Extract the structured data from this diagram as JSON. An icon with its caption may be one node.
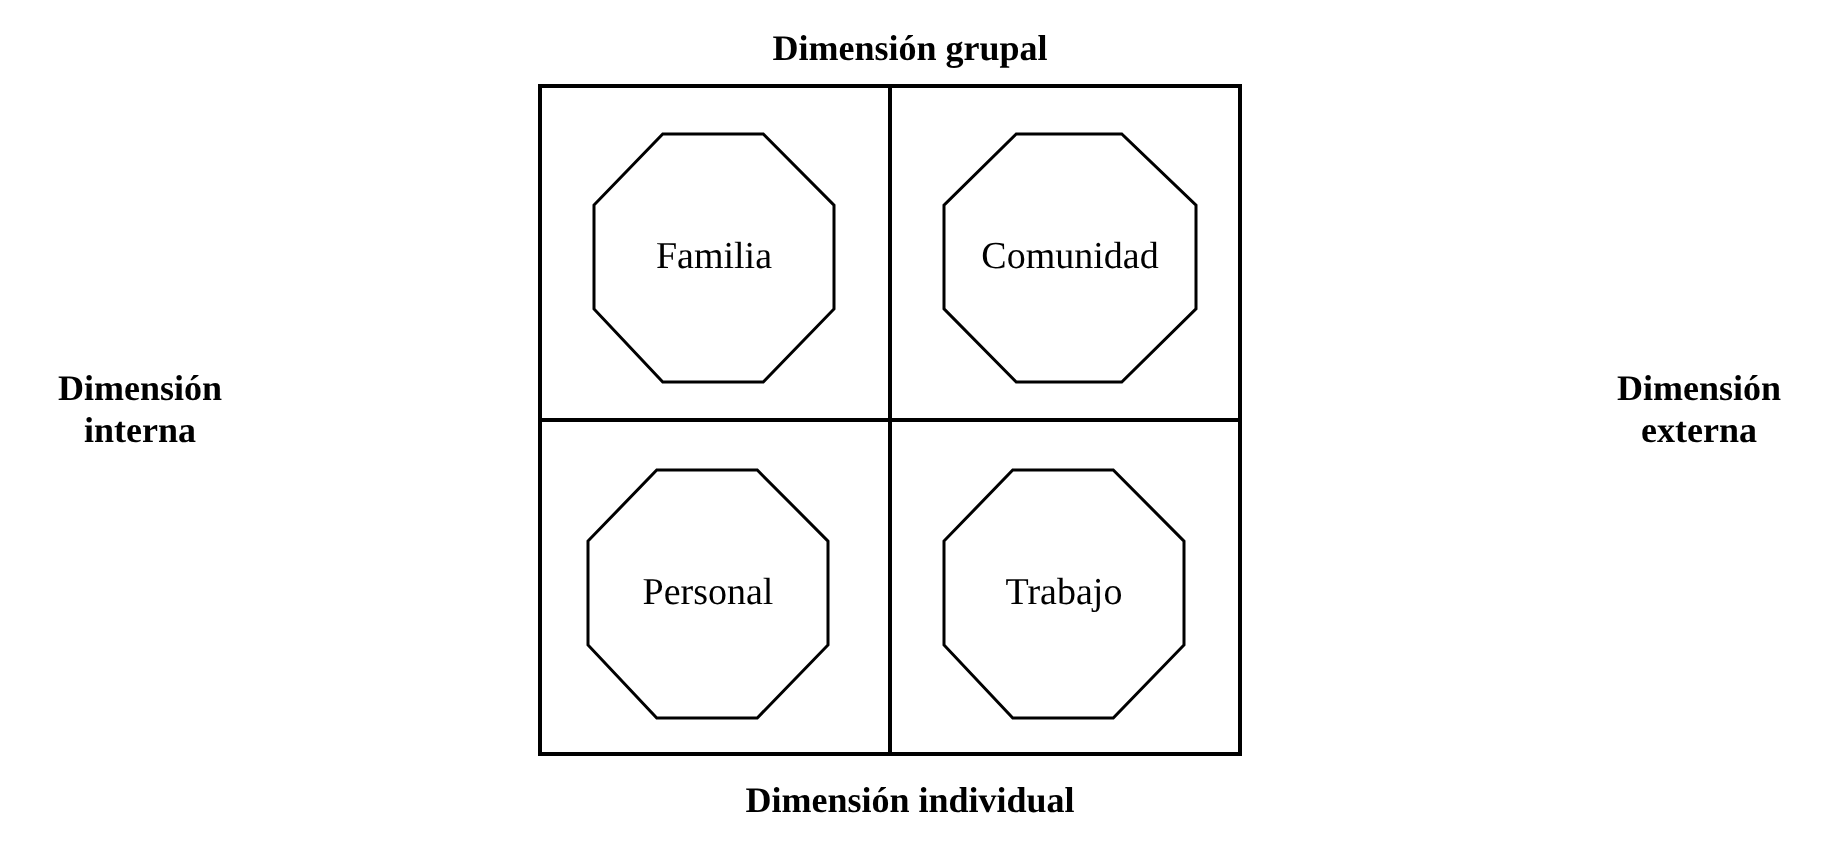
{
  "diagram": {
    "nodes": [
      {
        "text": [],
        "shape": "box"
      },
      {
        "text": [
          "Familia"
        ],
        "in": 0
      },
      {
        "text": [
          "Comunidad"
        ],
        "in": 0
      },
      {
        "text": [
          "Personal"
        ],
        "in": 0
      },
      {
        "text": [
          "Trabajo"
        ],
        "in": 0
      }
    ],
    "edges": [],
    "labels": [
      "Dimensión grupal",
      "Dimensión interna",
      "Dimensión externa",
      "Dimensión individual"
    ]
  }
}
